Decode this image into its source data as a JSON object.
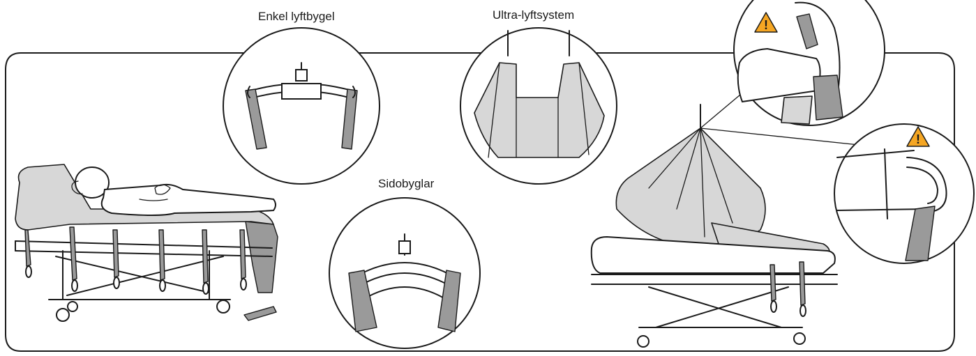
{
  "labels": {
    "single_bar": "Enkel lyftbygel",
    "ultra_system": "Ultra-lyftsystem",
    "side_bars": "Sidobyglar"
  },
  "colors": {
    "warning_fill": "#f5a623",
    "sling_gray": "#d7d7d7",
    "strap_gray": "#9a9a9a",
    "line": "#1a1a1a"
  },
  "icons": {
    "warning": "warning-triangle-icon"
  }
}
